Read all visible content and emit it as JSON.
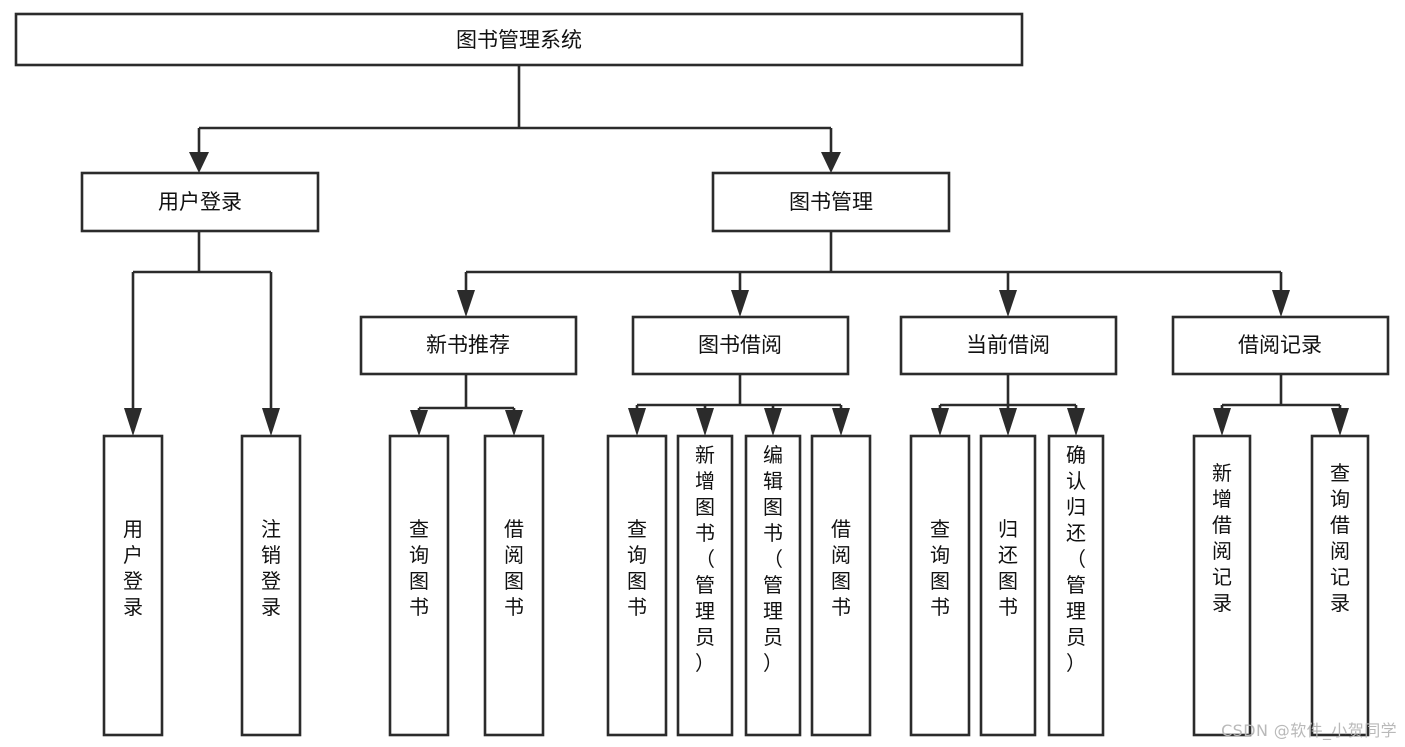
{
  "diagram": {
    "type": "tree-hierarchy-flowchart",
    "title": "图书管理系统",
    "watermark": "CSDN @软件_小贺同学",
    "colors": {
      "background": "#ffffff",
      "stroke": "#2b2b2b",
      "box_fill": "#ffffff",
      "text": "#111111",
      "watermark": "#b9b9b9"
    },
    "levels": [
      {
        "level": 1,
        "nodes": [
          {
            "id": "root",
            "label": "图书管理系统",
            "orientation": "horizontal"
          }
        ]
      },
      {
        "level": 2,
        "nodes": [
          {
            "id": "login",
            "label": "用户登录",
            "orientation": "horizontal",
            "parent": "root"
          },
          {
            "id": "bookmgmt",
            "label": "图书管理",
            "orientation": "horizontal",
            "parent": "root"
          }
        ]
      },
      {
        "level": 3,
        "nodes": [
          {
            "id": "newbook",
            "label": "新书推荐",
            "orientation": "horizontal",
            "parent": "bookmgmt"
          },
          {
            "id": "borrow",
            "label": "图书借阅",
            "orientation": "horizontal",
            "parent": "bookmgmt"
          },
          {
            "id": "current",
            "label": "当前借阅",
            "orientation": "horizontal",
            "parent": "bookmgmt"
          },
          {
            "id": "record",
            "label": "借阅记录",
            "orientation": "horizontal",
            "parent": "bookmgmt"
          }
        ]
      },
      {
        "level": 4,
        "nodes": [
          {
            "id": "leaf1",
            "label": "用户登录",
            "orientation": "vertical",
            "parent": "login"
          },
          {
            "id": "leaf2",
            "label": "注销登录",
            "orientation": "vertical",
            "parent": "login"
          },
          {
            "id": "leaf3",
            "label": "查询图书",
            "orientation": "vertical",
            "parent": "newbook"
          },
          {
            "id": "leaf4",
            "label": "借阅图书",
            "orientation": "vertical",
            "parent": "newbook"
          },
          {
            "id": "leaf5",
            "label": "查询图书",
            "orientation": "vertical",
            "parent": "borrow"
          },
          {
            "id": "leaf6",
            "label": "新增图书（管理员）",
            "orientation": "vertical",
            "parent": "borrow"
          },
          {
            "id": "leaf7",
            "label": "编辑图书（管理员）",
            "orientation": "vertical",
            "parent": "borrow"
          },
          {
            "id": "leaf8",
            "label": "借阅图书",
            "orientation": "vertical",
            "parent": "borrow"
          },
          {
            "id": "leaf9",
            "label": "查询图书",
            "orientation": "vertical",
            "parent": "current"
          },
          {
            "id": "leaf10",
            "label": "归还图书",
            "orientation": "vertical",
            "parent": "current"
          },
          {
            "id": "leaf11",
            "label": "确认归还（管理员）",
            "orientation": "vertical",
            "parent": "current"
          },
          {
            "id": "leaf12",
            "label": "新增借阅记录",
            "orientation": "vertical",
            "parent": "record"
          },
          {
            "id": "leaf13",
            "label": "查询借阅记录",
            "orientation": "vertical",
            "parent": "record"
          }
        ]
      }
    ]
  }
}
